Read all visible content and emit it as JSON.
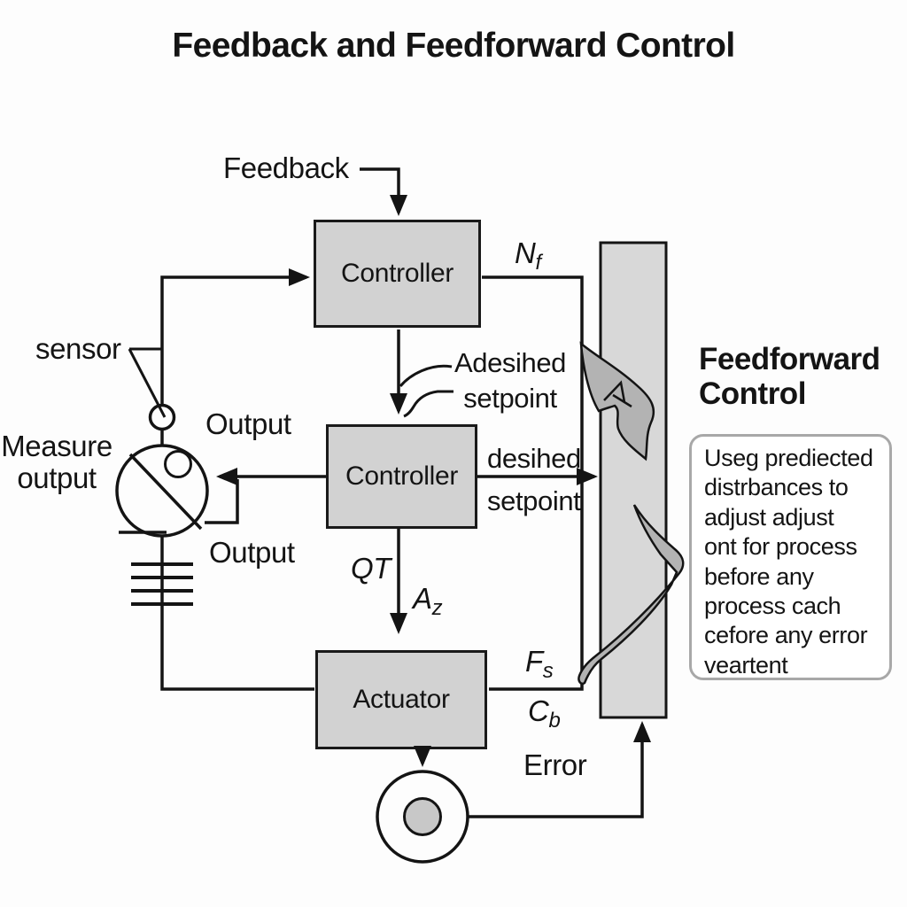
{
  "title": "Feedback and Feedforward Control",
  "labels": {
    "feedback": "Feedback",
    "controller_top": "Controller",
    "controller_mid": "Controller",
    "actuator": "Actuator",
    "sensor": "sensor",
    "measure_output": "Measure\noutput",
    "output_upper": "Output",
    "output_lower": "Output",
    "desired_setpoint_callout": "Adesihed\nsetpoint",
    "desired_setpoint_output": "desihed\nsetpoint",
    "error": "Error"
  },
  "signals": {
    "nf": {
      "main": "N",
      "sub": "f"
    },
    "qt": "QT",
    "az": {
      "main": "A",
      "sub": "z"
    },
    "fs": {
      "main": "F",
      "sub": "s"
    },
    "cb": {
      "main": "C",
      "sub": "b"
    }
  },
  "sidebar": {
    "heading": "Feedforward\nControl",
    "note": "Useg prediected\ndistrbances to\nadjust adjust\nont for process\nbefore any\nprocess cach\ncefore any error\nveartent"
  },
  "colors": {
    "ink": "#141414",
    "box_fill": "#d2d2d2",
    "bar_fill": "#d8d8d8",
    "ribbon_fill": "#b3b3b3",
    "junction_fill": "#c8c8c8",
    "note_border": "#a8a8a8",
    "background": "#fdfdfd"
  }
}
